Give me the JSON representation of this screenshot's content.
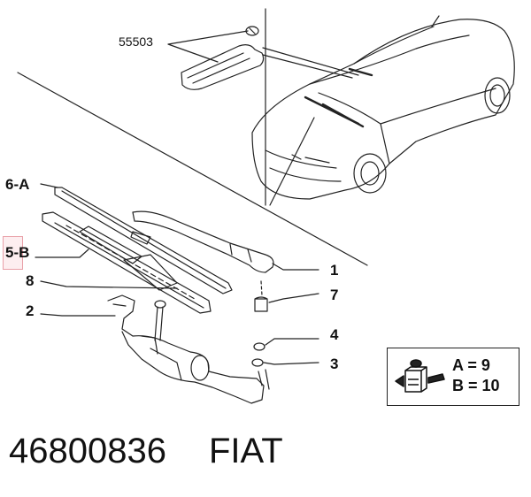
{
  "labels": {
    "top_part": "55503",
    "blade_a": "6-A",
    "blade_b": "5-B",
    "p8": "8",
    "p2": "2",
    "p1": "1",
    "p7": "7",
    "p4": "4",
    "p3": "3"
  },
  "legend": {
    "icon": "torque-wrench-icon",
    "line_a": "A = 9",
    "line_b": "B = 10"
  },
  "footer": {
    "part_number": "46800836",
    "brand": "FIAT"
  },
  "colors": {
    "highlight": "#fdeef0",
    "ink": "#111111"
  }
}
